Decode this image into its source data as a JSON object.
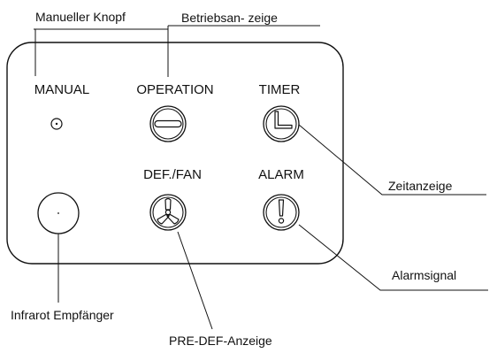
{
  "callouts": {
    "manual_knob": "Manueller Knopf",
    "operation_indicator": "Betriebsan- zeige",
    "timer_indicator": "Zeitanzeige",
    "alarm_signal": "Alarmsignal",
    "infrared_receiver": "Infrarot Empfänger",
    "pre_def_indicator": "PRE-DEF-Anzeige"
  },
  "panel": {
    "manual_label": "MANUAL",
    "operation_label": "OPERATION",
    "timer_label": "TIMER",
    "def_fan_label": "DEF./FAN",
    "alarm_label": "ALARM"
  },
  "icons": {
    "operation": "minus-bar-icon",
    "timer": "clock-hand-icon",
    "def_fan": "fan-icon",
    "alarm": "exclamation-icon",
    "manual": "small-button-icon",
    "receiver": "infrared-receiver-icon"
  }
}
